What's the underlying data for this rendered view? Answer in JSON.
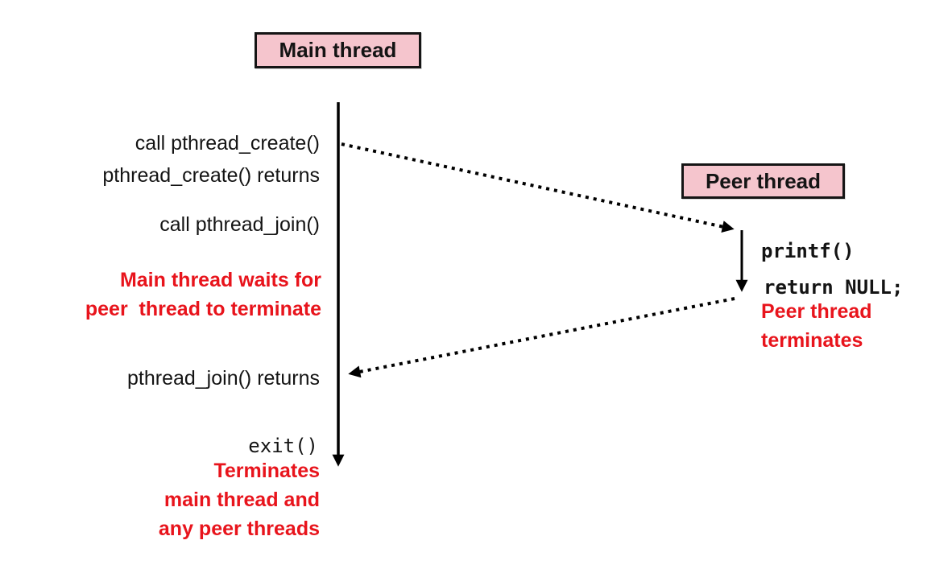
{
  "diagram": {
    "title_boxes": {
      "main_thread": "Main thread",
      "peer_thread": "Peer thread"
    },
    "main_thread_labels": {
      "call_create": "call pthread_create()",
      "create_returns": "pthread_create() returns",
      "call_join": "call pthread_join()",
      "waits_note": "Main thread waits for\npeer  thread to terminate",
      "join_returns": "pthread_join() returns",
      "exit_call": "exit()",
      "exit_note": "Terminates\nmain thread and\nany peer threads"
    },
    "peer_thread_labels": {
      "printf_call": "printf()",
      "return_null": "return NULL;",
      "terminates_note": "Peer thread\nterminates"
    },
    "colors": {
      "box_fill": "#f5c5cd",
      "box_border": "#151515",
      "red_text": "#e8141c",
      "line": "#000000"
    }
  }
}
